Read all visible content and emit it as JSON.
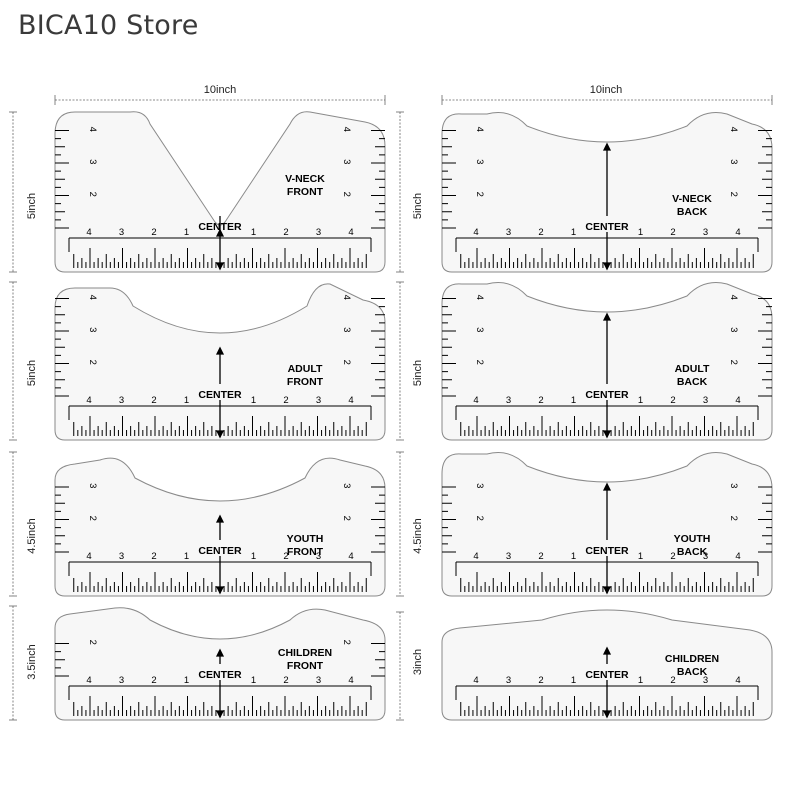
{
  "store_name": "BICA10 Store",
  "width_label": "10inch",
  "rulers": [
    {
      "id": "vneck-front",
      "line1": "V-NECK",
      "line2": "FRONT",
      "height_label": "5inch",
      "center": "CENTER",
      "side_ticks": [
        "4",
        "3",
        "2"
      ],
      "bottom_ticks": [
        "4",
        "3",
        "2",
        "1",
        "1",
        "2",
        "3",
        "4"
      ]
    },
    {
      "id": "vneck-back",
      "line1": "V-NECK",
      "line2": "BACK",
      "height_label": "5inch",
      "center": "CENTER",
      "side_ticks": [
        "4",
        "3",
        "2"
      ],
      "bottom_ticks": [
        "4",
        "3",
        "2",
        "1",
        "1",
        "2",
        "3",
        "4"
      ]
    },
    {
      "id": "adult-front",
      "line1": "ADULT",
      "line2": "FRONT",
      "height_label": "5inch",
      "center": "CENTER",
      "side_ticks": [
        "4",
        "3",
        "2"
      ],
      "bottom_ticks": [
        "4",
        "3",
        "2",
        "1",
        "1",
        "2",
        "3",
        "4"
      ]
    },
    {
      "id": "adult-back",
      "line1": "ADULT",
      "line2": "BACK",
      "height_label": "5inch",
      "center": "CENTER",
      "side_ticks": [
        "4",
        "3",
        "2"
      ],
      "bottom_ticks": [
        "4",
        "3",
        "2",
        "1",
        "1",
        "2",
        "3",
        "4"
      ]
    },
    {
      "id": "youth-front",
      "line1": "YOUTH",
      "line2": "FRONT",
      "height_label": "4.5inch",
      "center": "CENTER",
      "side_ticks": [
        "3",
        "2"
      ],
      "bottom_ticks": [
        "4",
        "3",
        "2",
        "1",
        "1",
        "2",
        "3",
        "4"
      ]
    },
    {
      "id": "youth-back",
      "line1": "YOUTH",
      "line2": "BACK",
      "height_label": "4.5inch",
      "center": "CENTER",
      "side_ticks": [
        "3",
        "2"
      ],
      "bottom_ticks": [
        "4",
        "3",
        "2",
        "1",
        "1",
        "2",
        "3",
        "4"
      ]
    },
    {
      "id": "children-front",
      "line1": "CHILDREN",
      "line2": "FRONT",
      "height_label": "3.5inch",
      "center": "CENTER",
      "side_ticks": [
        "2"
      ],
      "bottom_ticks": [
        "4",
        "3",
        "2",
        "1",
        "1",
        "2",
        "3",
        "4"
      ]
    },
    {
      "id": "children-back",
      "line1": "CHILDREN",
      "line2": "BACK",
      "height_label": "3inch",
      "center": "CENTER",
      "side_ticks": [],
      "bottom_ticks": [
        "4",
        "3",
        "2",
        "1",
        "1",
        "2",
        "3",
        "4"
      ]
    }
  ]
}
